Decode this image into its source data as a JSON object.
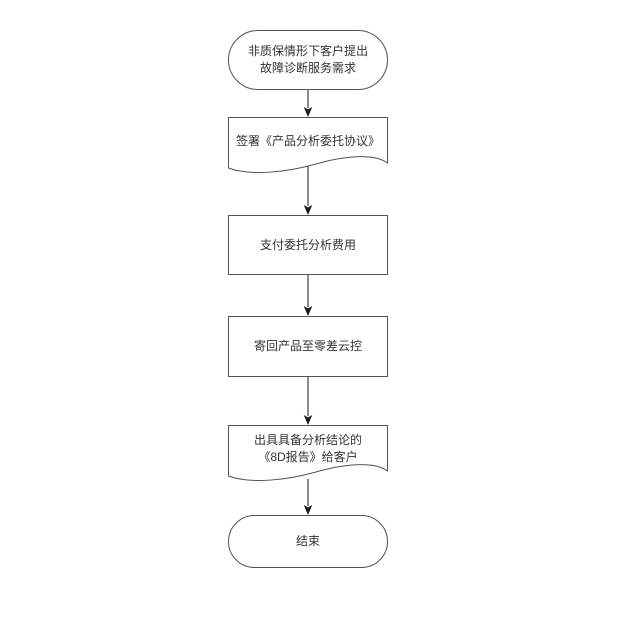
{
  "diagram": {
    "type": "flowchart",
    "background": "#ffffff",
    "colors": {
      "shape_stroke": "#545454",
      "shape_fill": "#ffffff",
      "connector": "#1a1a1a",
      "text": "#333333"
    },
    "nodes": [
      {
        "id": "start",
        "shape": "terminator",
        "lines": [
          "非质保情形下客户提出",
          "故障诊断服务需求"
        ]
      },
      {
        "id": "sign-agreement",
        "shape": "document",
        "lines": [
          "签署《产品分析委托协议》"
        ]
      },
      {
        "id": "pay-fee",
        "shape": "process",
        "lines": [
          "支付委托分析费用"
        ]
      },
      {
        "id": "return-product",
        "shape": "process",
        "lines": [
          "寄回产品至零差云控"
        ]
      },
      {
        "id": "issue-report",
        "shape": "document",
        "lines": [
          "出具具备分析结论的",
          "《8D报告》给客户"
        ]
      },
      {
        "id": "end",
        "shape": "terminator",
        "lines": [
          "结束"
        ]
      }
    ],
    "edges": [
      {
        "from": "start",
        "to": "sign-agreement"
      },
      {
        "from": "sign-agreement",
        "to": "pay-fee"
      },
      {
        "from": "pay-fee",
        "to": "return-product"
      },
      {
        "from": "return-product",
        "to": "issue-report"
      },
      {
        "from": "issue-report",
        "to": "end"
      }
    ]
  }
}
